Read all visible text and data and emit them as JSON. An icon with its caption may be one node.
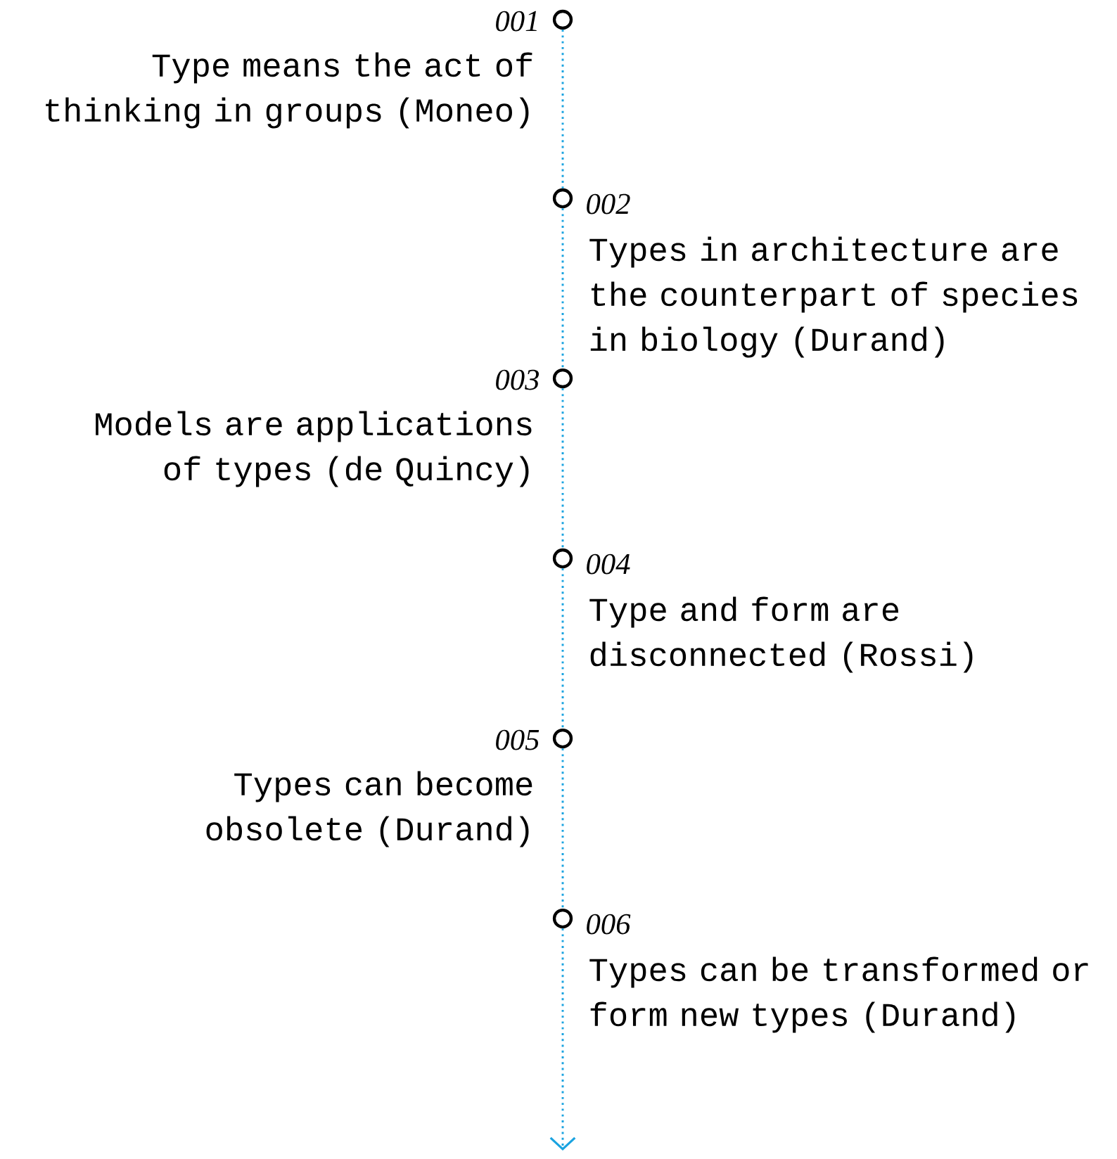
{
  "diagram": {
    "nodes": [
      {
        "text": [],
        "shape": "circle",
        "beside": [
          "001",
          "Type means the act of thinking in groups (Moneo)"
        ]
      },
      {
        "text": [],
        "shape": "circle",
        "beside": [
          "002",
          "Types in architecture are the counterpart of species in biology (Durand)"
        ]
      },
      {
        "text": [],
        "shape": "circle",
        "beside": [
          "003",
          "Models are applications of types (de Quincy)"
        ]
      },
      {
        "text": [],
        "shape": "circle",
        "beside": [
          "004",
          "Type and form are disconnected (Rossi)"
        ]
      },
      {
        "text": [],
        "shape": "circle",
        "beside": [
          "005",
          "Types can become obsolete (Durand)"
        ]
      },
      {
        "text": [],
        "shape": "circle",
        "beside": [
          "006",
          "Types can be transformed or form new types (Durand)"
        ]
      }
    ],
    "edges": [
      {
        "from": 0,
        "to": 1,
        "arrow": "none"
      },
      {
        "from": 1,
        "to": 2,
        "arrow": "none"
      },
      {
        "from": 2,
        "to": 3,
        "arrow": "none"
      },
      {
        "from": 3,
        "to": 4,
        "arrow": "none"
      },
      {
        "from": 4,
        "to": 5,
        "arrow": "none"
      },
      {
        "from": 5,
        "to": null,
        "arrow": "to"
      }
    ]
  }
}
